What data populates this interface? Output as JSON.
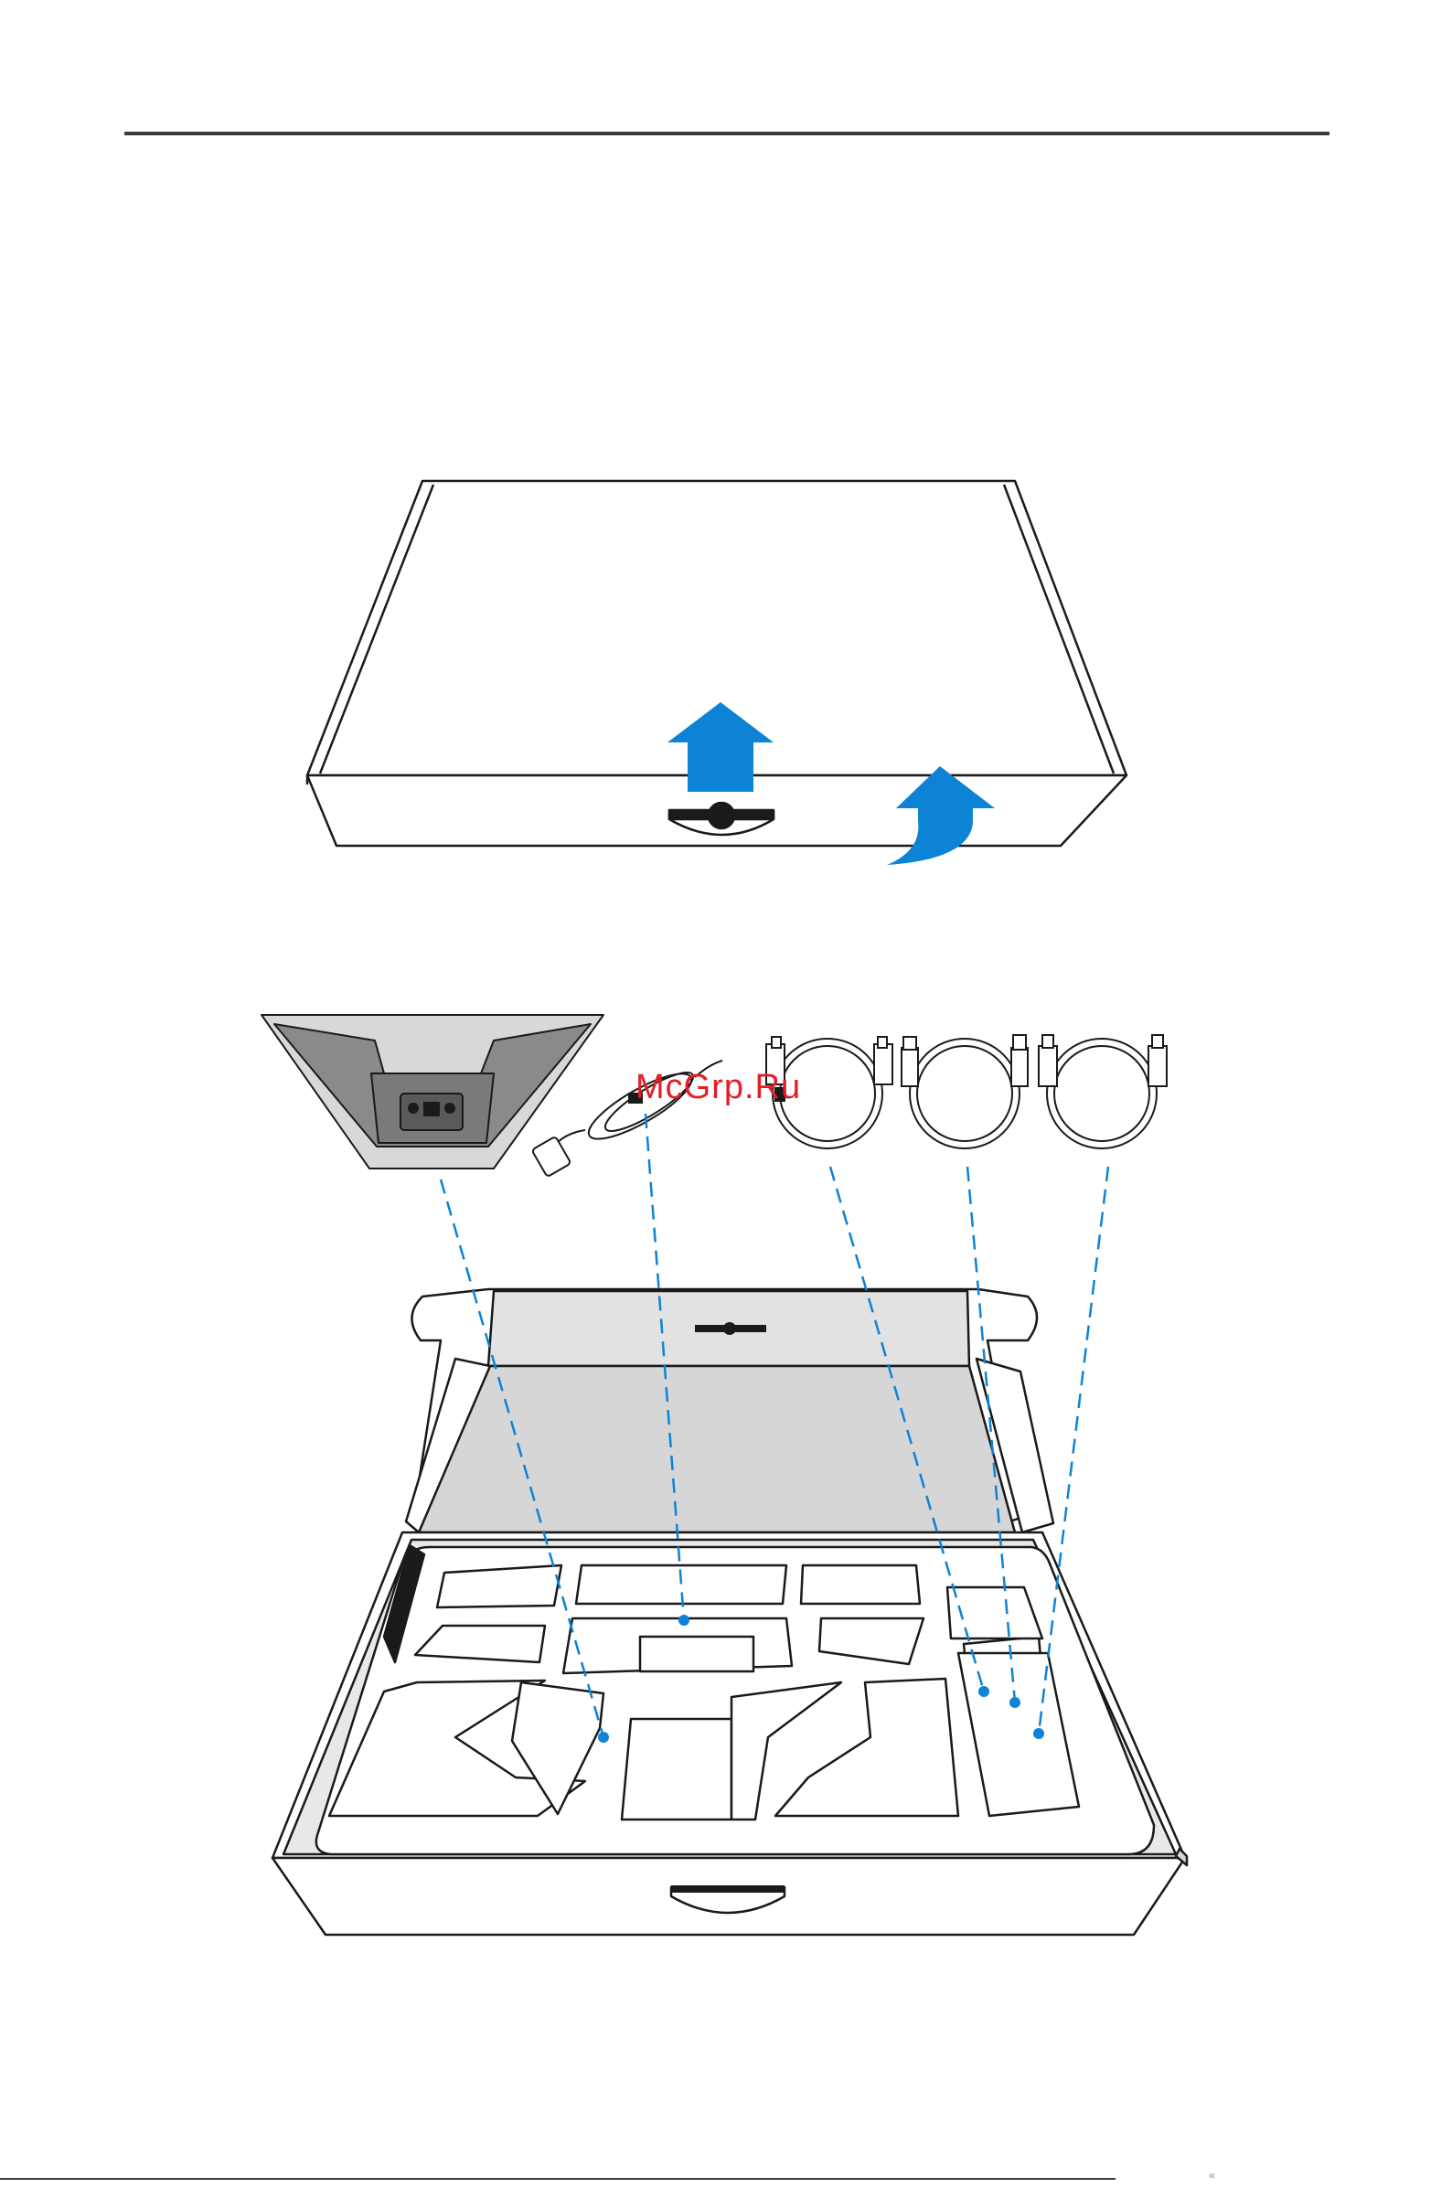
{
  "watermark": {
    "text": "McGrp.Ru",
    "color": "#e41e26"
  },
  "footer": {
    "mark": "«"
  },
  "colors": {
    "accent": "#0d83d6",
    "outline": "#1a1a1a",
    "fill_gray": "#e2e2e2",
    "fill_dark": "#8a8a8a"
  },
  "figures": [
    {
      "id": "closed-box",
      "icons": [
        "lift-up-arrow-icon",
        "lift-curved-arrow-icon"
      ]
    },
    {
      "id": "open-box-contents",
      "items": [
        "stand-base",
        "power-cable",
        "hdmi-cable",
        "usb-cable",
        "displayport-cable"
      ]
    }
  ]
}
